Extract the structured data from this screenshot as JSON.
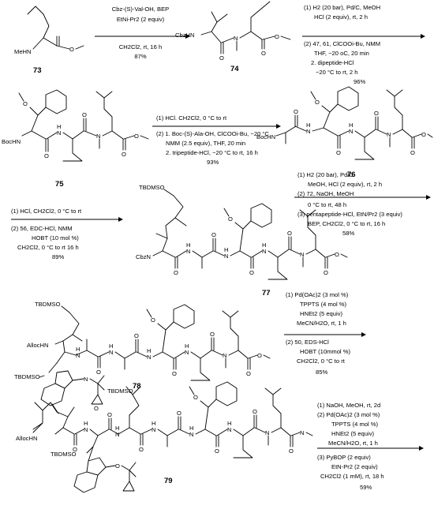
{
  "compounds": [
    {
      "id": "73",
      "label": "73",
      "fragments": [
        "MeHN"
      ]
    },
    {
      "id": "74",
      "label": "74",
      "fragments": [
        "CbzHN",
        "N"
      ]
    },
    {
      "id": "75",
      "label": "75",
      "fragments": [
        "O",
        "BocHN",
        "N",
        "H",
        "N",
        "O",
        "O",
        "O"
      ]
    },
    {
      "id": "76",
      "label": "76",
      "fragments": [
        "O",
        "BocHN",
        "N",
        "H",
        "N",
        "H",
        "N",
        "O",
        "O",
        "O",
        "O"
      ]
    },
    {
      "id": "77",
      "label": "77",
      "fragments": [
        "TBDMSO",
        "O",
        "CbzN",
        "N",
        "H",
        "N",
        "H",
        "N",
        "H",
        "N",
        "O",
        "O",
        "O",
        "O",
        "O"
      ]
    },
    {
      "id": "78",
      "label": "78",
      "fragments": [
        "TBDMSO",
        "AllocHN",
        "TBDMSO",
        "O",
        "N",
        "H",
        "N",
        "H",
        "N",
        "H",
        "N",
        "H",
        "N",
        "O",
        "O",
        "O",
        "O",
        "O",
        "O",
        "N",
        "O"
      ]
    },
    {
      "id": "79",
      "label": "79",
      "fragments": [
        "TBDMSO",
        "AllocHN",
        "TBDMSO",
        "O",
        "N",
        "H",
        "N",
        "H",
        "N",
        "H",
        "N",
        "H",
        "N",
        "H",
        "N",
        "O",
        "O",
        "O",
        "O",
        "O",
        "O",
        "O",
        "N",
        "O"
      ]
    }
  ],
  "steps": [
    {
      "id": "step-1",
      "lines": [
        "Cbz-(S)-Val-OH, BEP",
        "EtNi-Pr2 (2 equiv)",
        "CH2Cl2, rt, 16 h",
        "87%"
      ]
    },
    {
      "id": "step-2",
      "lines": [
        "(1) H2 (20 bar), Pd/C, MeOH",
        "HCl (2 equiv), rt, 2 h",
        "(2) 47, 61, ClCOOi-Bu, NMM",
        "THF, −20 oC, 20 min",
        "2. dipeptide-HCl",
        "−20 °C to rt, 2 h",
        "96%"
      ]
    },
    {
      "id": "step-3",
      "lines": [
        "(1) HCl. CH2Cl2, 0 °C to rt",
        "(2) 1. Boc-(S)-Ala-OH, ClCOOi-Bu, −20 °C",
        "NMM (2.5 equiv), THF, 20 min",
        "2. tripeptide-HCl, −20 °C to rt, 16 h",
        "93%"
      ]
    },
    {
      "id": "step-4",
      "lines": [
        "(1) HCl, CH2Cl2, 0 °C to rt",
        "(2) 56, EDC-HCl, NMM",
        "HOBT (10 mol %)",
        "CH2Cl2, 0 °C to rt 16 h",
        "89%"
      ]
    },
    {
      "id": "step-5",
      "lines": [
        "(1) H2 (20 bar), Pd/C",
        "MeOH, HCl (2 equiv), rt, 2 h",
        "(2) 72, NaOH, MeOH",
        "0 °C to rt, 48 h",
        "(3) pentapeptide-HCl, EtN/Pr2 (3 equiv)",
        "BEP, CH2Cl2, 0 °C to rt, 16 h",
        "58%"
      ]
    },
    {
      "id": "step-6",
      "lines": [
        "(1) Pd(OAc)2 (3 mol %)",
        "TPPTS (4 mol %)",
        "HNEt2 (5 equiv)",
        "MeCN/H2O, rt, 1 h",
        "(2) 50, EDS-HCl",
        "HOBT (10mmol %)",
        "CH2Cl2, 0 °C to rt",
        "85%"
      ]
    },
    {
      "id": "step-7",
      "lines": [
        "(1) NaOH, MeOH, rt, 2d",
        "(2) Pd(OAc)2 (3 mol %)",
        "TPPTS (4 mol %)",
        "HNEt2 (5 equiv)",
        "MeCN/H2O, rt, 1 h",
        "(3) PyBOP (2 equiv)",
        "EtN-Pr2 (2 equiv)",
        "CH2Cl2 (1 mM), rt, 18 h",
        "59%"
      ]
    }
  ]
}
